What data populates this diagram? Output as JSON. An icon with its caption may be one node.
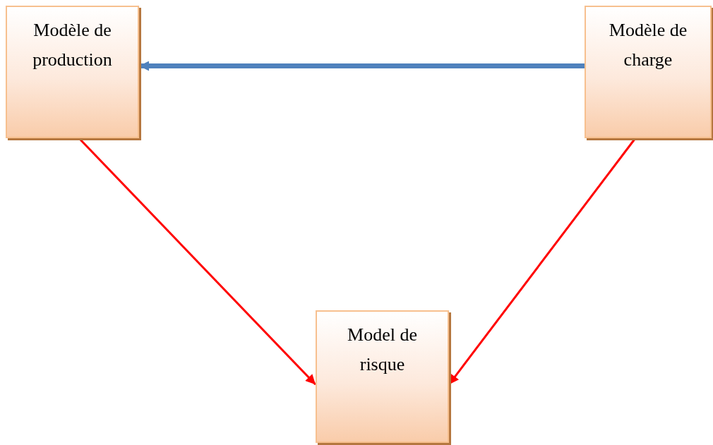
{
  "diagram": {
    "nodes": [
      {
        "text": [
          "Modèle de production"
        ]
      },
      {
        "text": [
          "Modèle de charge"
        ]
      },
      {
        "text": [
          "Model de risque"
        ]
      }
    ],
    "edges": [
      {
        "from": 1,
        "to": 0,
        "arrow": "to",
        "style": "thick",
        "color": "#4f81bd"
      },
      {
        "from": 0,
        "to": 2,
        "arrow": "to"
      },
      {
        "from": 1,
        "to": 2,
        "arrow": "to"
      }
    ]
  }
}
